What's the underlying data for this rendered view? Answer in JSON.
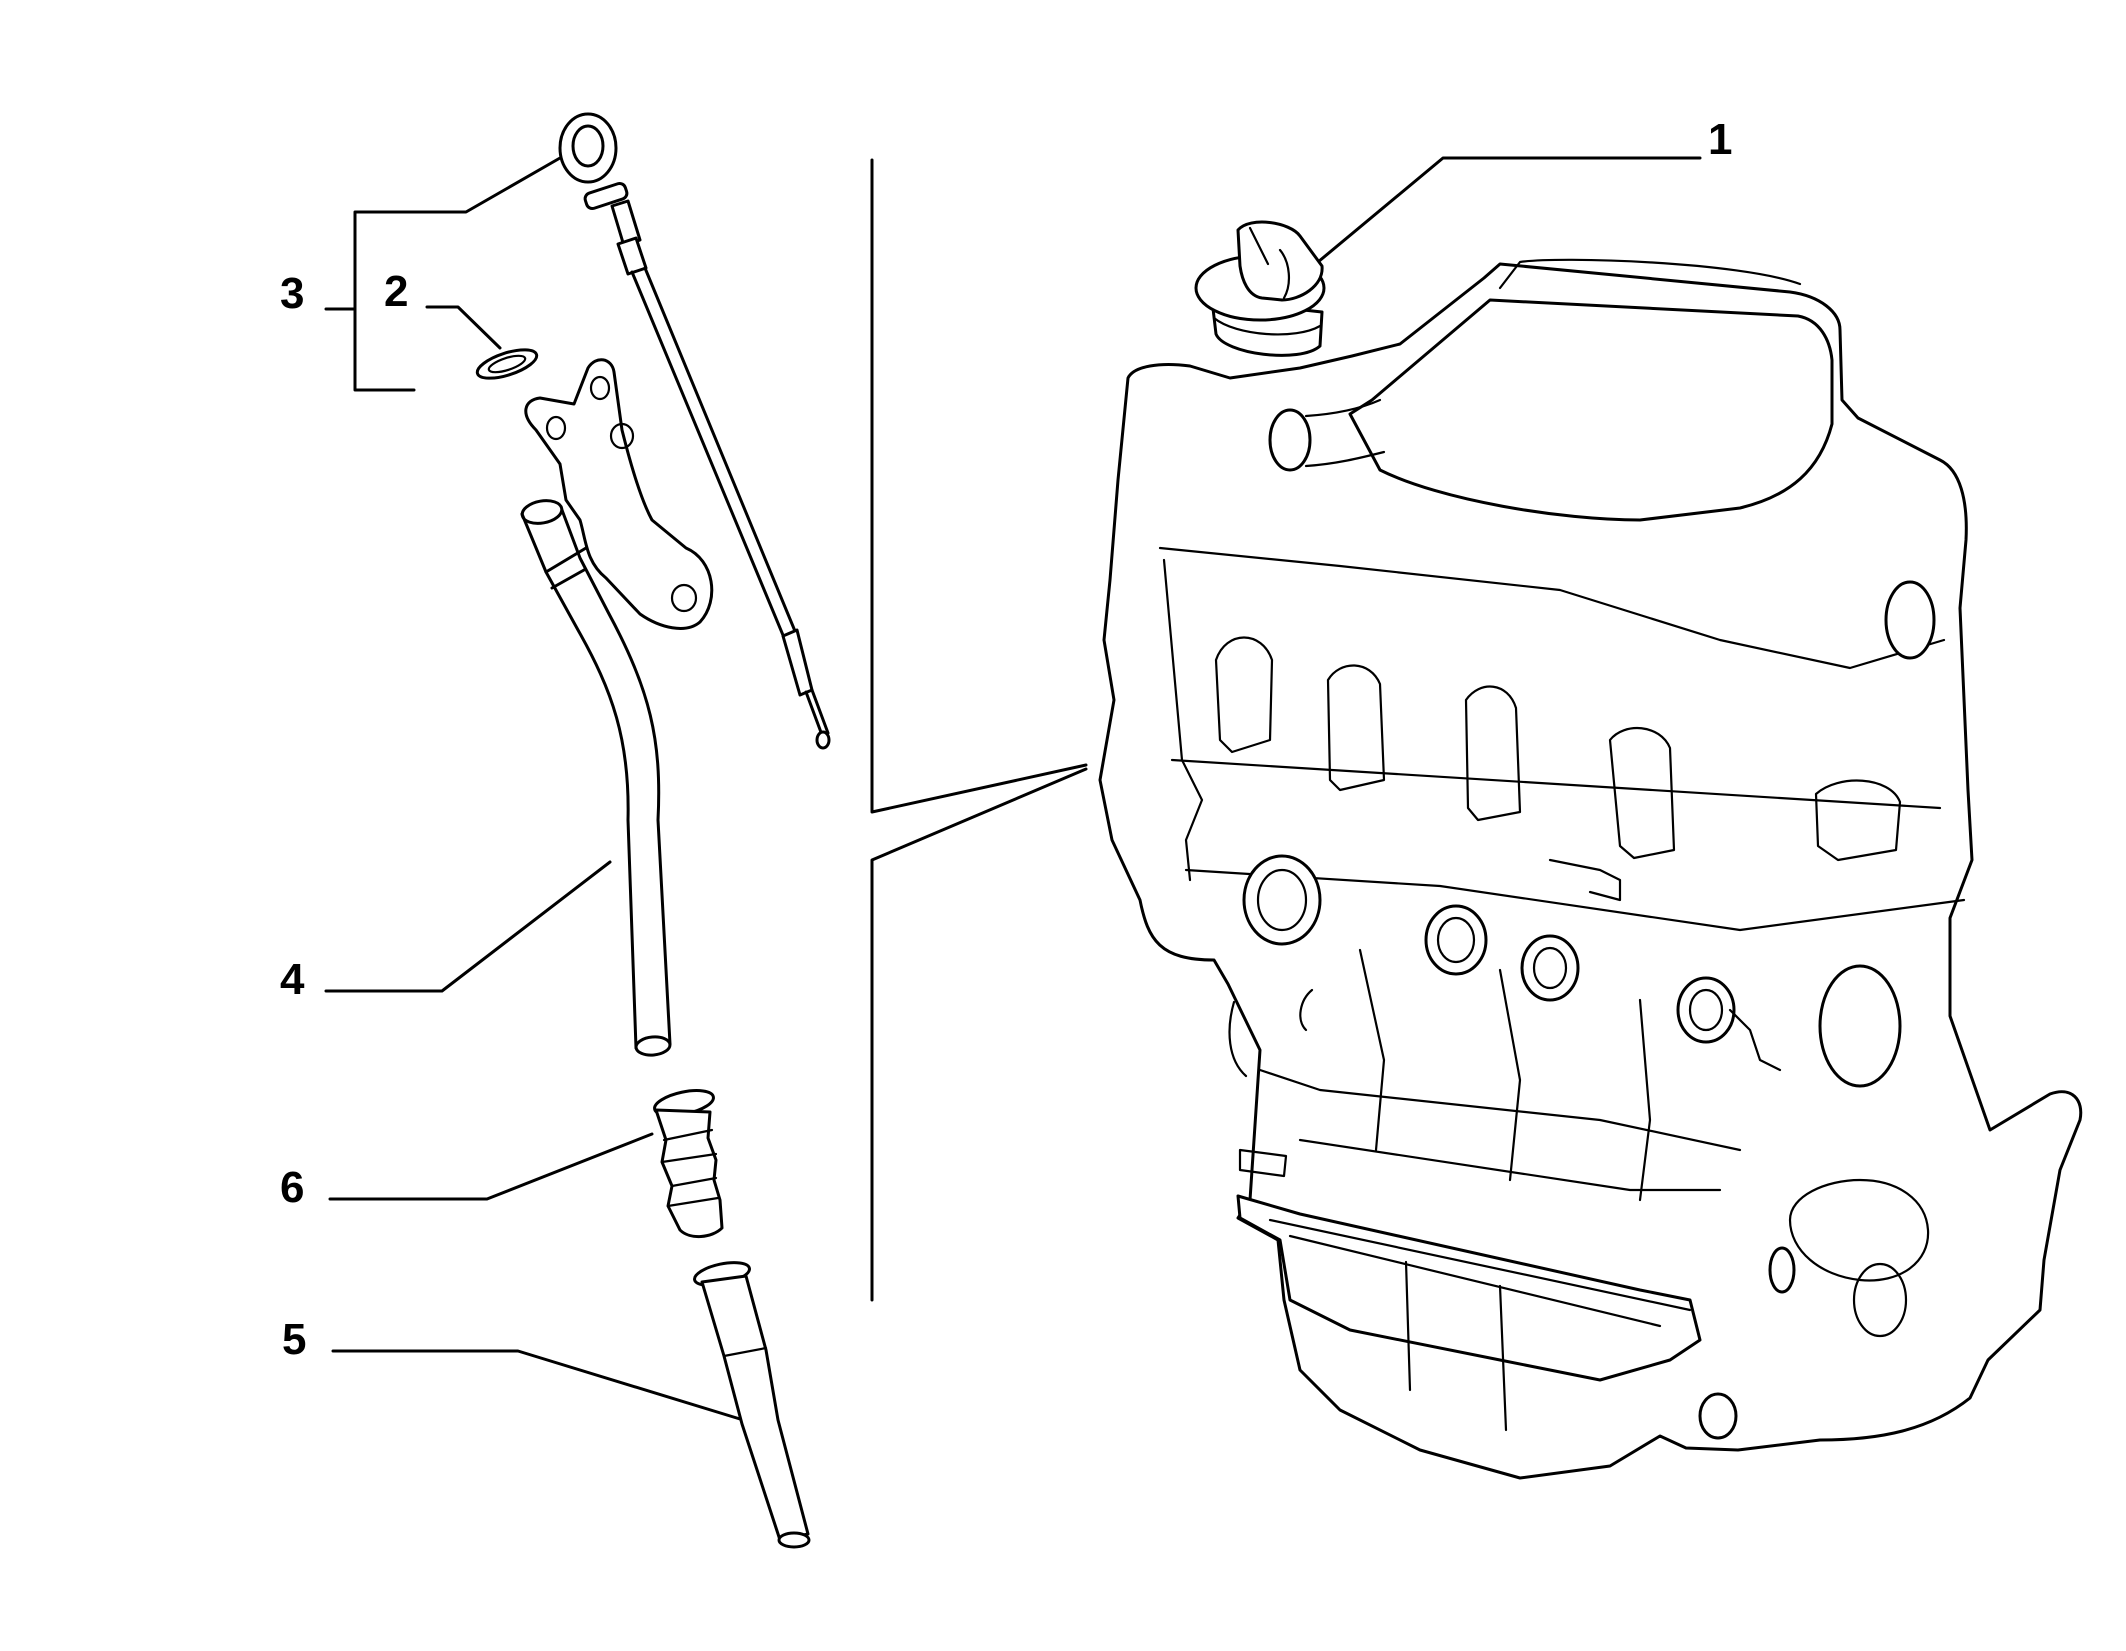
{
  "diagram": {
    "callouts": [
      {
        "id": "1",
        "label": "1"
      },
      {
        "id": "2",
        "label": "2"
      },
      {
        "id": "3",
        "label": "3"
      },
      {
        "id": "4",
        "label": "4"
      },
      {
        "id": "5",
        "label": "5"
      },
      {
        "id": "6",
        "label": "6"
      }
    ],
    "parts": [
      {
        "callout": "1",
        "icon": "oil-filler-cap-icon"
      },
      {
        "callout": "2",
        "icon": "seal-ring-icon"
      },
      {
        "callout": "3",
        "icon": "dipstick-icon"
      },
      {
        "callout": "4",
        "icon": "dipstick-guide-tube-icon"
      },
      {
        "callout": "5",
        "icon": "tube-icon"
      },
      {
        "callout": "6",
        "icon": "bushing-icon"
      }
    ],
    "line_color": "#000000",
    "background": "#ffffff"
  }
}
